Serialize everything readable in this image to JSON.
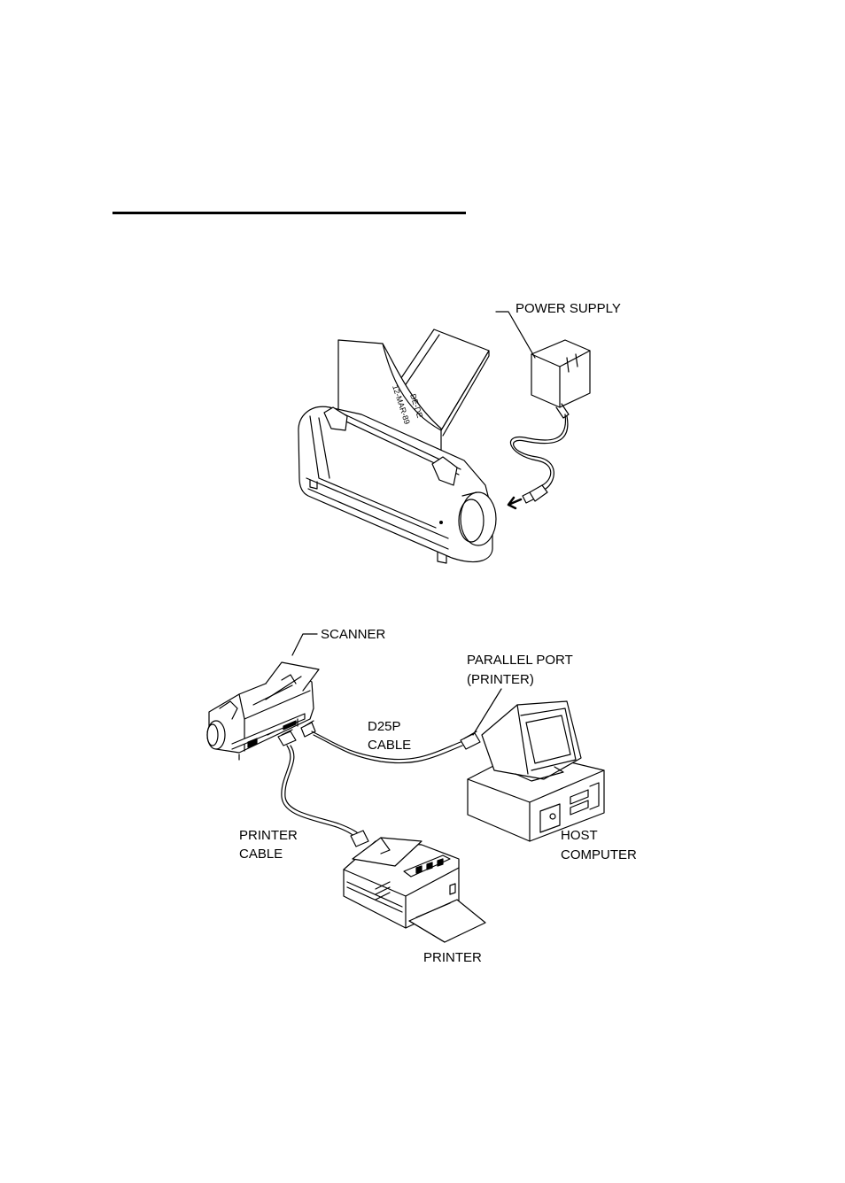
{
  "figure1": {
    "power_supply_label": "POWER SUPPLY",
    "paper_text_line1": "12-MAR-89",
    "paper_text_line2": "DE-DE"
  },
  "figure2": {
    "scanner_label": "SCANNER",
    "parallel_port_label_line1": "PARALLEL PORT",
    "parallel_port_label_line2": "(PRINTER)",
    "d25p_label_line1": "D25P",
    "d25p_label_line2": "CABLE",
    "printer_cable_label_line1": "PRINTER",
    "printer_cable_label_line2": "CABLE",
    "host_label_line1": "HOST",
    "host_label_line2": "COMPUTER",
    "printer_label": "PRINTER"
  }
}
